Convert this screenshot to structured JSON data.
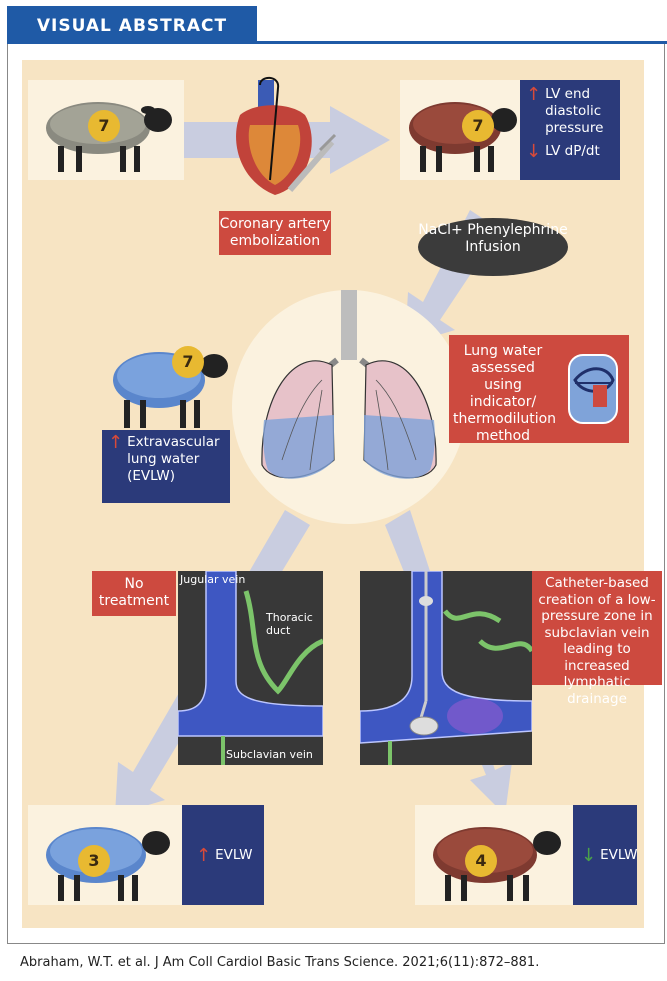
{
  "header": {
    "title": "VISUAL ABSTRACT"
  },
  "top_left": {
    "count": "7"
  },
  "top_right": {
    "count": "7",
    "line1_arrow": "↑",
    "line1": "LV end diastolic pressure",
    "line2_arrow": "↓",
    "line2": "LV dP/dt"
  },
  "embolization_label": "Coronary artery embolization",
  "infusion_label": "NaCl+ Phenylephrine Infusion",
  "middle_left": {
    "count": "7",
    "arrow": "↑",
    "label": "Extravascular lung water (EVLW)"
  },
  "lung_water_label": "Lung water assessed using indicator/ thermodilution method",
  "no_treatment_label": "No treatment",
  "anatomy_left": {
    "jugular": "Jugular vein",
    "thoracic": "Thoracic duct",
    "subclavian": "Subclavian vein"
  },
  "catheter_label": "Catheter-based creation of a low-pressure zone in subclavian vein leading to increased lymphatic drainage",
  "bottom_left": {
    "count": "3",
    "arrow": "↑",
    "label": "EVLW"
  },
  "bottom_right": {
    "count": "4",
    "arrow": "↓",
    "label": "EVLW"
  },
  "citation": "Abraham, W.T. et al. J Am Coll Cardiol Basic Trans Science. 2021;6(11):872–881.",
  "colors": {
    "header_blue": "#1f5aa6",
    "panel_beige": "#f7e4c3",
    "navy": "#2b3a7a",
    "red_label": "#cd4a3f",
    "badge_gold": "#e8b931",
    "flow_arrow": "#c9cde0"
  }
}
